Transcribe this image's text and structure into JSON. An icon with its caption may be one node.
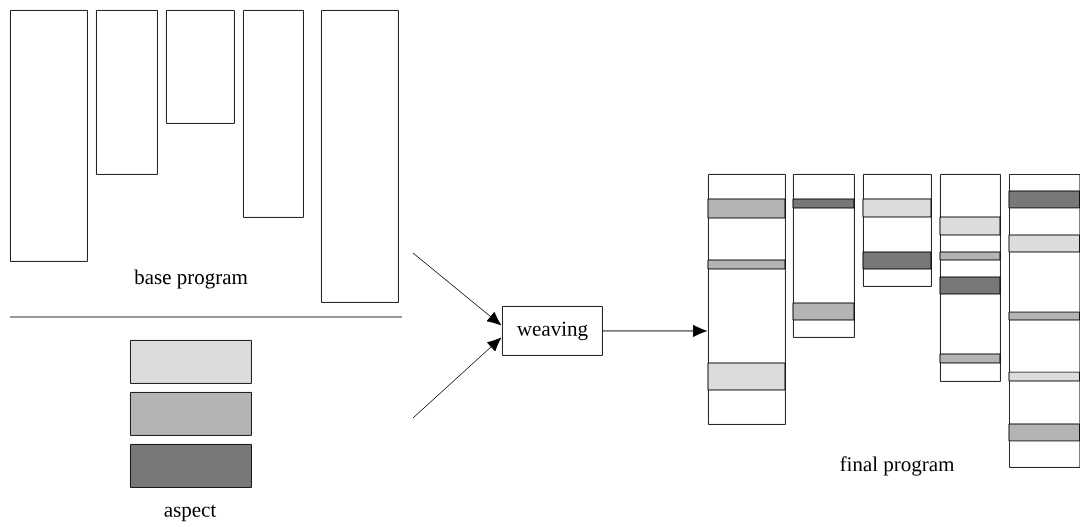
{
  "diagram": {
    "nodes": [
      {
        "text": [],
        "shape": "box"
      },
      {
        "text": [],
        "shape": "box"
      },
      {
        "text": [],
        "shape": "box"
      },
      {
        "text": [],
        "shape": "box"
      },
      {
        "text": [],
        "shape": "box"
      },
      {
        "text": [],
        "shape": "box"
      },
      {
        "text": [],
        "shape": "box"
      },
      {
        "text": [],
        "shape": "box"
      },
      {
        "text": [
          "weaving"
        ]
      },
      {
        "text": [],
        "shape": "box"
      },
      {
        "text": [],
        "shape": "box"
      },
      {
        "text": [],
        "shape": "box"
      },
      {
        "text": [],
        "shape": "box"
      },
      {
        "text": [],
        "shape": "box"
      }
    ],
    "edges": [
      {
        "from": null,
        "to": 8,
        "arrow": "to"
      },
      {
        "from": null,
        "to": 8,
        "arrow": "to"
      },
      {
        "from": 8,
        "to": 9,
        "arrow": "to"
      }
    ],
    "labels": [
      "base program",
      "aspect",
      "final program"
    ]
  }
}
